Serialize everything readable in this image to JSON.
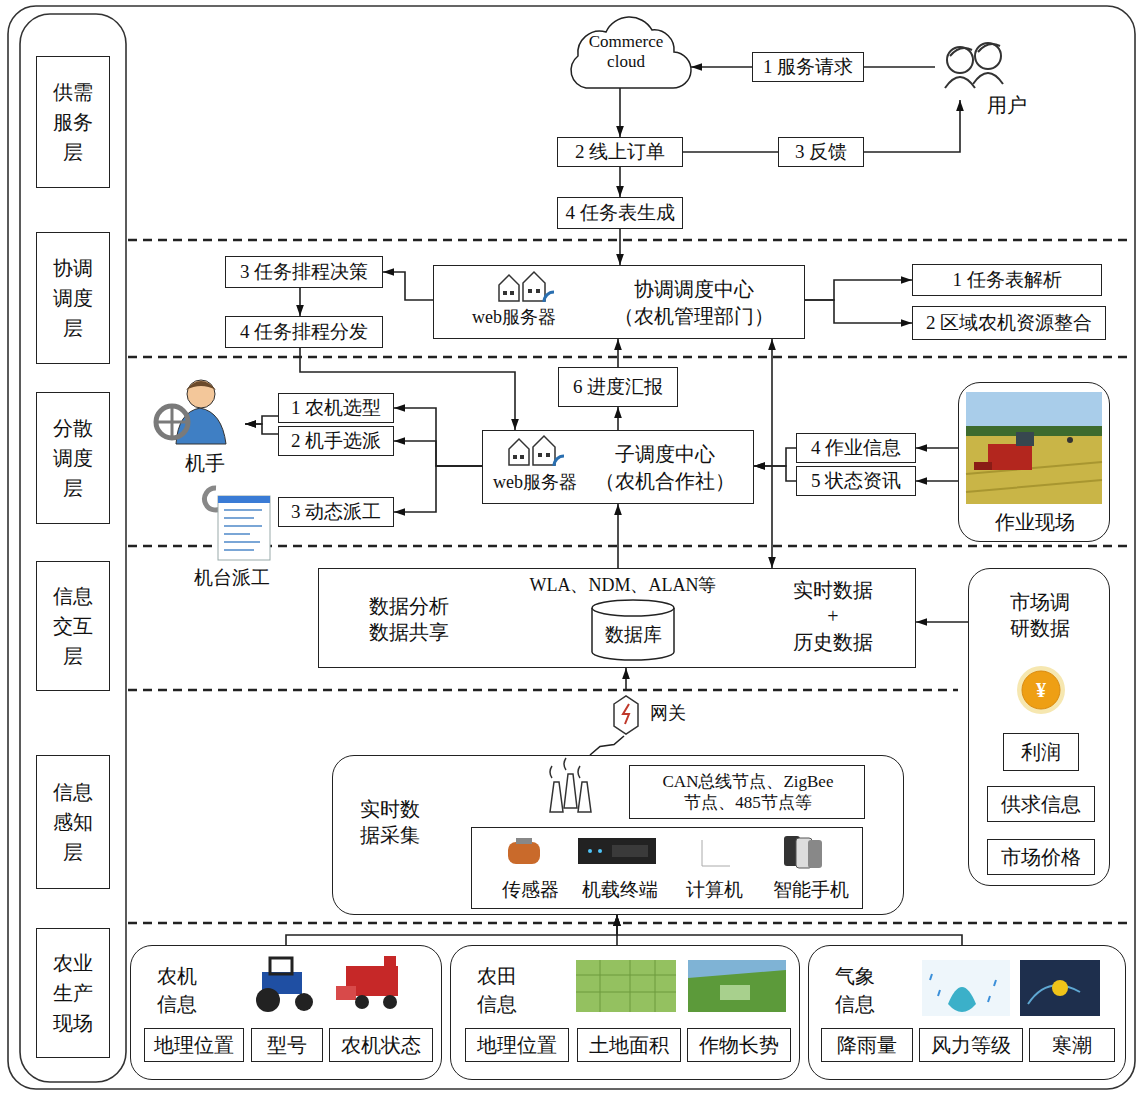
{
  "diagram": {
    "nodes": [
      {
        "text": [
          "供需服务层"
        ]
      },
      {
        "text": [
          "协调调度层"
        ]
      },
      {
        "text": [
          "分散调度层"
        ]
      },
      {
        "text": [
          "信息交互层"
        ]
      },
      {
        "text": [
          "信息感知层"
        ]
      },
      {
        "text": [
          "农业生产现场"
        ]
      },
      {
        "text": [
          "Commerce cloud"
        ]
      },
      {
        "text": [
          "1 服务请求"
        ]
      },
      {
        "text": [
          "用户"
        ]
      },
      {
        "text": [
          "2 线上订单"
        ]
      },
      {
        "text": [
          "3 反馈"
        ]
      },
      {
        "text": [
          "4 任务表生成"
        ]
      },
      {
        "text": [
          "3 任务排程决策"
        ]
      },
      {
        "text": [
          "4 任务排程分发"
        ]
      },
      {
        "text": [
          "web服务器",
          "协调调度中心 （农机管理部门）"
        ]
      },
      {
        "text": [
          "1 任务表解析"
        ]
      },
      {
        "text": [
          "2 区域农机资源整合"
        ]
      },
      {
        "text": [
          "6 进度汇报"
        ]
      },
      {
        "text": [
          "机手"
        ]
      },
      {
        "text": [
          "1 农机选型"
        ]
      },
      {
        "text": [
          "2 机手选派"
        ]
      },
      {
        "text": [
          "3 动态派工"
        ]
      },
      {
        "text": [
          "机台派工"
        ]
      },
      {
        "text": [
          "web服务器",
          "子调度中心 （农机合作社）"
        ]
      },
      {
        "text": [
          "4 作业信息"
        ]
      },
      {
        "text": [
          "5 状态资讯"
        ]
      },
      {
        "text": [
          "作业现场"
        ]
      },
      {
        "text": [
          "数据分析 数据共享",
          "WLA、NDM、ALAN等",
          "实时数据 + 历史数据"
        ]
      },
      {
        "text": [
          "数据库"
        ],
        "in": 27
      },
      {
        "text": [
          "市场调研数据"
        ]
      },
      {
        "text": [
          "利润"
        ],
        "in": 29
      },
      {
        "text": [
          "供求信息"
        ],
        "in": 29
      },
      {
        "text": [
          "市场价格"
        ],
        "in": 29
      },
      {
        "text": [
          "网关"
        ]
      },
      {
        "text": [
          "实时数据采集"
        ]
      },
      {
        "text": [
          "CAN总线节点、ZigBee节点、485节点等"
        ],
        "in": 34
      },
      {
        "text": [
          "传感器",
          "机载终端",
          "计算机",
          "智能手机"
        ],
        "in": 34
      },
      {
        "text": [
          "农机信息"
        ]
      },
      {
        "text": [
          "地理位置"
        ],
        "in": 37
      },
      {
        "text": [
          "型号"
        ],
        "in": 37
      },
      {
        "text": [
          "农机状态"
        ],
        "in": 37
      },
      {
        "text": [
          "农田信息"
        ]
      },
      {
        "text": [
          "地理位置"
        ],
        "in": 41
      },
      {
        "text": [
          "土地面积"
        ],
        "in": 41
      },
      {
        "text": [
          "作物长势"
        ],
        "in": 41
      },
      {
        "text": [
          "气象信息"
        ]
      },
      {
        "text": [
          "降雨量"
        ],
        "in": 45
      },
      {
        "text": [
          "风力等级"
        ],
        "in": 45
      },
      {
        "text": [
          "寒潮"
        ],
        "in": 45
      }
    ],
    "edges": [
      {
        "from": 8,
        "to": 7,
        "arrow": "none"
      },
      {
        "from": 7,
        "to": 6,
        "arrow": "to"
      },
      {
        "from": 6,
        "to": 9,
        "arrow": "to"
      },
      {
        "from": 9,
        "to": 10,
        "arrow": "none"
      },
      {
        "from": 10,
        "to": 8,
        "arrow": "to"
      },
      {
        "from": 9,
        "to": 11,
        "arrow": "to"
      },
      {
        "from": 11,
        "to": 14,
        "arrow": "to"
      },
      {
        "from": 14,
        "to": 12,
        "arrow": "to"
      },
      {
        "from": 12,
        "to": 13,
        "arrow": "to"
      },
      {
        "from": 13,
        "to": 23,
        "arrow": "to"
      },
      {
        "from": 14,
        "to": 15,
        "arrow": "to"
      },
      {
        "from": 14,
        "to": 16,
        "arrow": "to"
      },
      {
        "from": 23,
        "to": 17,
        "arrow": "to"
      },
      {
        "from": 17,
        "to": 14,
        "arrow": "to"
      },
      {
        "from": 14,
        "to": 27,
        "arrow": "both"
      },
      {
        "from": 23,
        "to": 19,
        "arrow": "to"
      },
      {
        "from": 23,
        "to": 20,
        "arrow": "to"
      },
      {
        "from": 23,
        "to": 21,
        "arrow": "to"
      },
      {
        "from": 19,
        "to": 18,
        "arrow": "to"
      },
      {
        "from": 20,
        "to": 18,
        "arrow": "to"
      },
      {
        "from": 26,
        "to": 24,
        "arrow": "to"
      },
      {
        "from": 26,
        "to": 25,
        "arrow": "to"
      },
      {
        "from": 24,
        "to": 23,
        "arrow": "to"
      },
      {
        "from": 25,
        "to": 23,
        "arrow": "to"
      },
      {
        "from": 27,
        "to": 23,
        "arrow": "to"
      },
      {
        "from": 29,
        "to": 27,
        "arrow": "to"
      },
      {
        "from": 33,
        "to": 27,
        "arrow": "to"
      },
      {
        "from": 34,
        "to": 33,
        "arrow": "none"
      },
      {
        "from": 37,
        "to": 34,
        "arrow": "to"
      },
      {
        "from": 41,
        "to": 34,
        "arrow": "to"
      },
      {
        "from": 45,
        "to": 34,
        "arrow": "to"
      }
    ],
    "labels": [
      "¥"
    ]
  }
}
